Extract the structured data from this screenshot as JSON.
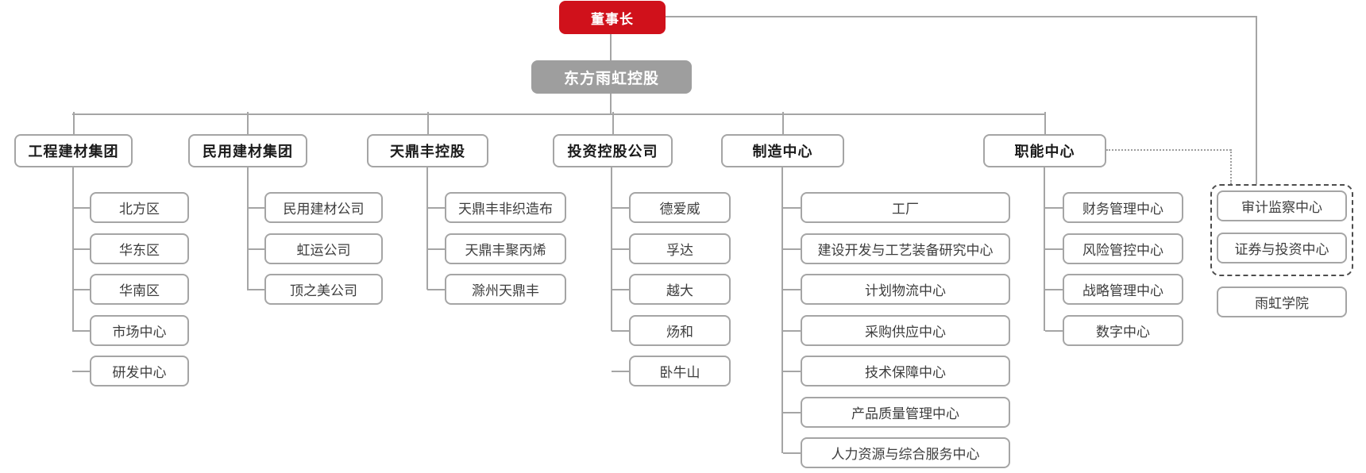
{
  "colors": {
    "chairman_bg": "#d0111b",
    "holding_bg": "#9e9e9e",
    "connector_line": "#a5a5a5",
    "dashed_group_border": "#4d4d4d",
    "node_border": "#a5a5a5"
  },
  "chairman": {
    "label": "董事长"
  },
  "holding": {
    "label": "东方雨虹控股"
  },
  "branches": [
    {
      "label": "工程建材集团",
      "children": [
        "北方区",
        "华东区",
        "华南区",
        "市场中心",
        "研发中心"
      ]
    },
    {
      "label": "民用建材集团",
      "children": [
        "民用建材公司",
        "虹运公司",
        "顶之美公司"
      ]
    },
    {
      "label": "天鼎丰控股",
      "children": [
        "天鼎丰非织造布",
        "天鼎丰聚丙烯",
        "滁州天鼎丰"
      ]
    },
    {
      "label": "投资控股公司",
      "children": [
        "德爱威",
        "孚达",
        "越大",
        "炀和",
        "卧牛山"
      ]
    },
    {
      "label": "制造中心",
      "children": [
        "工厂",
        "建设开发与工艺装备研究中心",
        "计划物流中心",
        "采购供应中心",
        "技术保障中心",
        "产品质量管理中心",
        "人力资源与综合服务中心"
      ]
    },
    {
      "label": "职能中心",
      "children": [
        "财务管理中心",
        "风险管控中心",
        "战略管理中心",
        "数字中心"
      ]
    }
  ],
  "board_direct": {
    "dashed_items": [
      "审计监察中心",
      "证券与投资中心"
    ],
    "standalone": "雨虹学院"
  }
}
